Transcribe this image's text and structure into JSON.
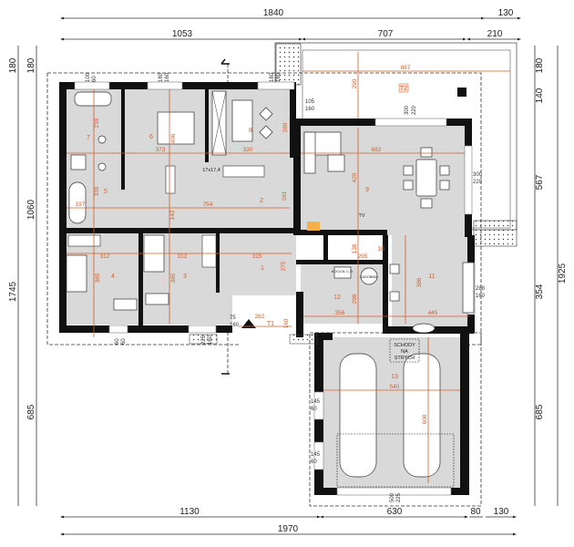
{
  "dimensions": {
    "top_outer": [
      "1840",
      "130"
    ],
    "top_inner": [
      "1053",
      "707",
      "210"
    ],
    "bottom_inner": [
      "1130",
      "630",
      "80",
      "130"
    ],
    "bottom_outer": "1970",
    "left_outer": [
      "180",
      "1745"
    ],
    "left_inner": [
      "180",
      "1060",
      "685"
    ],
    "right_inner": [
      "180",
      "140",
      "567",
      "354",
      "685"
    ],
    "right_outer": "1925"
  },
  "rooms": [
    {
      "number": "1",
      "dims": [
        "315",
        "275"
      ]
    },
    {
      "number": "2",
      "dims": [
        "754",
        "261"
      ]
    },
    {
      "number": "3",
      "dims": [
        "312",
        "385"
      ]
    },
    {
      "number": "4",
      "dims": [
        "312",
        "385"
      ]
    },
    {
      "number": "5",
      "dims": [
        "197",
        "339",
        "142"
      ]
    },
    {
      "number": "6",
      "dims": [
        "373",
        "406"
      ]
    },
    {
      "number": "7",
      "dims": [
        "219"
      ]
    },
    {
      "number": "8",
      "dims": [
        "330",
        "280"
      ]
    },
    {
      "number": "9",
      "dims": [
        "682",
        "420"
      ]
    },
    {
      "number": "10",
      "dims": [
        "295",
        "138"
      ]
    },
    {
      "number": "11",
      "dims": [
        "445",
        "386"
      ]
    },
    {
      "number": "12",
      "dims": [
        "356",
        "298"
      ]
    },
    {
      "number": "13",
      "dims": [
        "540",
        "608"
      ]
    },
    {
      "number": "T1",
      "dims": [
        "262",
        "160"
      ]
    },
    {
      "number": "T2",
      "dims": [
        "887",
        "290"
      ]
    }
  ],
  "openings": {
    "w_office": [
      "105",
      "160"
    ],
    "w_living_top": [
      "300",
      "220"
    ],
    "w_living_right": [
      "300",
      "220"
    ],
    "w_kitchen": [
      "288",
      "160"
    ],
    "w_garage_1": [
      "145",
      "60"
    ],
    "w_garage_2": [
      "145",
      "60"
    ],
    "entry": [
      "75",
      "160"
    ],
    "w_bath_top": [
      "100",
      "60"
    ],
    "w_bed_top": [
      "180",
      "160"
    ],
    "w_office_top": [
      "180",
      "160"
    ],
    "w_bed4": [
      "60",
      "60"
    ],
    "w_bed3": [
      "225",
      "160"
    ],
    "garage_door": [
      "500",
      "225"
    ]
  },
  "labels": {
    "stairs": "17x17,4",
    "tv": "TV",
    "boiler": "KOCIOŁ C.O.",
    "tank": "ZASOBNIK",
    "attic_stairs": [
      "SCHODY",
      "NA",
      "STRYCH"
    ]
  },
  "colors": {
    "dimension_orange": "#d0602e",
    "room_fill": "#d9d9d9",
    "wall": "#111111"
  }
}
